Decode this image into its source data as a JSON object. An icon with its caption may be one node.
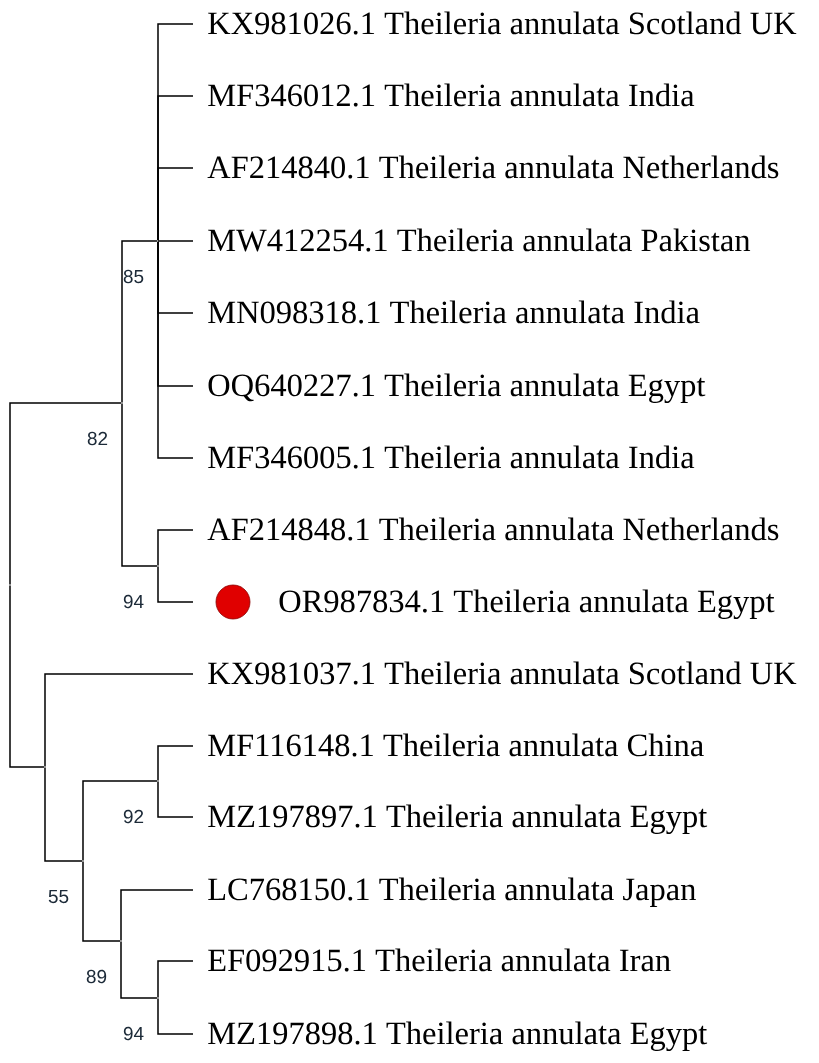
{
  "diagram": {
    "nodes": [
      {
        "text": [
          "KX981026.1 Theileria annulata Scotland UK"
        ]
      },
      {
        "text": [
          "MF346012.1 Theileria annulata India"
        ]
      },
      {
        "text": [
          "AF214840.1 Theileria annulata Netherlands"
        ]
      },
      {
        "text": [
          "MW412254.1 Theileria annulata Pakistan"
        ]
      },
      {
        "text": [
          "MN098318.1 Theileria annulata India"
        ]
      },
      {
        "text": [
          "OQ640227.1 Theileria annulata Egypt"
        ]
      },
      {
        "text": [
          "MF346005.1 Theileria annulata India"
        ]
      },
      {
        "text": [
          "AF214848.1 Theileria annulata Netherlands"
        ]
      },
      {
        "text": [
          "OR987834.1 Theileria annulata Egypt"
        ]
      },
      {
        "text": [
          "KX981037.1 Theileria annulata Scotland UK"
        ]
      },
      {
        "text": [
          "MF116148.1 Theileria annulata China"
        ]
      },
      {
        "text": [
          "MZ197897.1 Theileria annulata Egypt"
        ]
      },
      {
        "text": [
          "LC768150.1 Theileria annulata Japan"
        ]
      },
      {
        "text": [
          "EF092915.1 Theileria annulata Iran"
        ]
      },
      {
        "text": [
          "MZ197898.1 Theileria annulata Egypt"
        ]
      },
      {
        "text": [],
        "shape": "point"
      },
      {
        "text": [],
        "shape": "point",
        "beside": [
          "82"
        ]
      },
      {
        "text": [],
        "shape": "point",
        "beside": [
          "85"
        ]
      },
      {
        "text": [],
        "shape": "point",
        "beside": [
          "94"
        ]
      },
      {
        "text": [],
        "shape": "point"
      },
      {
        "text": [],
        "shape": "point",
        "beside": [
          "55"
        ]
      },
      {
        "text": [],
        "shape": "point",
        "beside": [
          "92"
        ]
      },
      {
        "text": [],
        "shape": "point",
        "beside": [
          "89"
        ]
      },
      {
        "text": [],
        "shape": "point",
        "beside": [
          "94"
        ]
      }
    ],
    "edges": [
      {
        "from": 15,
        "to": 16,
        "arrow": "none"
      },
      {
        "from": 15,
        "to": 19,
        "arrow": "none"
      },
      {
        "from": 16,
        "to": 17,
        "arrow": "none"
      },
      {
        "from": 16,
        "to": 18,
        "arrow": "none"
      },
      {
        "from": 17,
        "to": 0,
        "arrow": "none"
      },
      {
        "from": 17,
        "to": 1,
        "arrow": "none"
      },
      {
        "from": 17,
        "to": 2,
        "arrow": "none"
      },
      {
        "from": 17,
        "to": 3,
        "arrow": "none"
      },
      {
        "from": 17,
        "to": 4,
        "arrow": "none"
      },
      {
        "from": 17,
        "to": 5,
        "arrow": "none"
      },
      {
        "from": 17,
        "to": 6,
        "arrow": "none"
      },
      {
        "from": 18,
        "to": 7,
        "arrow": "none"
      },
      {
        "from": 18,
        "to": 8,
        "arrow": "none"
      },
      {
        "from": 19,
        "to": 9,
        "arrow": "none"
      },
      {
        "from": 19,
        "to": 20,
        "arrow": "none"
      },
      {
        "from": 20,
        "to": 21,
        "arrow": "none"
      },
      {
        "from": 20,
        "to": 22,
        "arrow": "none"
      },
      {
        "from": 21,
        "to": 10,
        "arrow": "none"
      },
      {
        "from": 21,
        "to": 11,
        "arrow": "none"
      },
      {
        "from": 22,
        "to": 12,
        "arrow": "none"
      },
      {
        "from": 22,
        "to": 23,
        "arrow": "none"
      },
      {
        "from": 23,
        "to": 13,
        "arrow": "none"
      },
      {
        "from": 23,
        "to": 14,
        "arrow": "none"
      }
    ]
  }
}
